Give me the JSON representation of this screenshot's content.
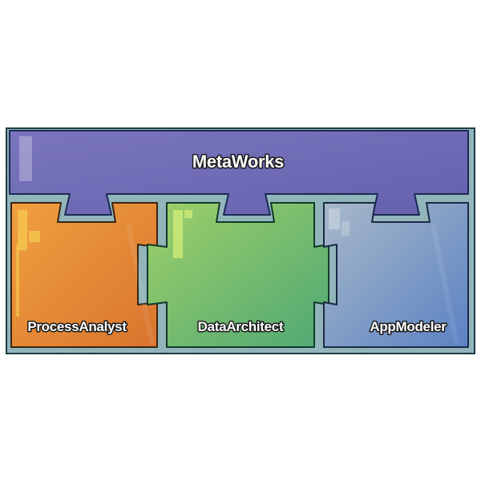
{
  "diagram": {
    "top_block": {
      "label": "MetaWorks",
      "color": "#6b67b0"
    },
    "modules": [
      {
        "label": "ProcessAnalyst",
        "color": "#e68a3a"
      },
      {
        "label": "DataArchitect",
        "color": "#76bd6a"
      },
      {
        "label": "AppModeler",
        "color": "#8ea6cc"
      }
    ],
    "frame_color": "#8fb3b9",
    "outline_color": "#1a3a44"
  }
}
